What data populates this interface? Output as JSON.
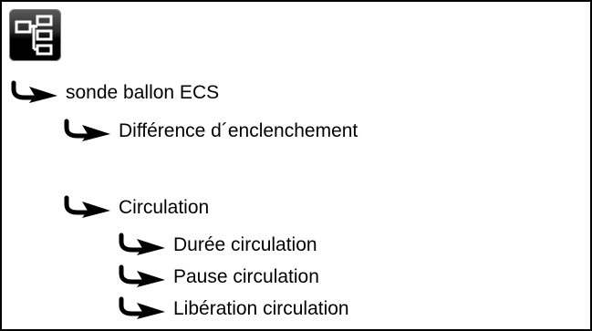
{
  "icons": {
    "menu": "menu-structure-icon",
    "arrow": "submenu-arrow-icon"
  },
  "colors": {
    "text": "#000000",
    "border": "#000000",
    "icon_background": "#000000",
    "icon_glyph": "#ffffff"
  },
  "menu": {
    "items": [
      {
        "label": "sonde ballon ECS"
      },
      {
        "label": "Différence d´enclenchement"
      },
      {
        "label": "Circulation"
      },
      {
        "label": "Durée circulation"
      },
      {
        "label": "Pause circulation"
      },
      {
        "label": "Libération circulation"
      }
    ]
  }
}
